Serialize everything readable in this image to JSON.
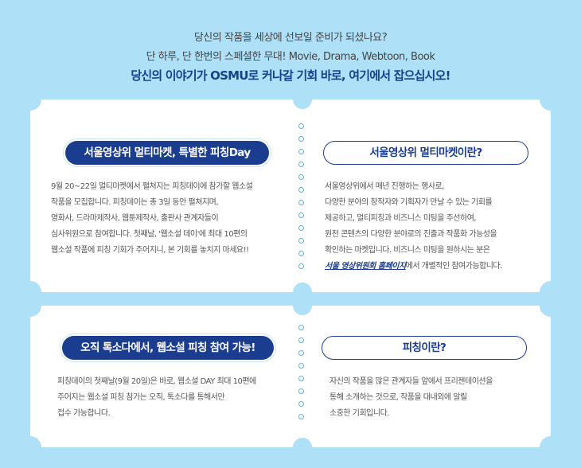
{
  "intro": {
    "line1": "당신의 작품을 세상에 선보일 준비가 되셨나요?",
    "line2": "단 하루, 단 한번의  스페셜한 무대! Movie, Drama, Webtoon, Book",
    "line3": "당신의 이야기가 OSMU로 커나갈 기회 바로, 여기에서 잡으십시오!"
  },
  "top_left": {
    "heading": "서울영상위 멀티마켓, 특별한 피칭Day",
    "lines": [
      "9월 20~22일 멀티마켓에서 펼쳐지는 피칭데이에 참가할 웹소설",
      "작품을 모집합니다. 피칭데이는 총 3일 동안 펼쳐지며,",
      "영화사, 드라마제작사, 웹툰제작사, 출판사 관계자들이",
      "심사위원으로 참여합니다. 첫째날, '웹소설 데이'에 최대 10편의",
      "웹소설 작품에 피칭 기회가 주어지니, 본 기회를 놓치지 마세요!!"
    ]
  },
  "top_right": {
    "heading": "서울영상위 멀티마켓이란?",
    "lines": [
      "서울영상위에서 매년 진행하는 행사로,",
      "다양한 분야의 창작자와 기획자가 만날 수 있는 기회를",
      "제공하고, 멀티피칭과 비즈니스 미팅을 주선하여,",
      "원천 콘텐츠의 다양한 분야로의 진출과 작품화 가능성을",
      "확인하는 마켓입니다. 비즈니스 미팅을 원하시는 분은"
    ],
    "link_text": "서울 영상위원회 홈페이지",
    "link_suffix": "에서 개별적인 참여가능합니다."
  },
  "bottom_left": {
    "heading": "오직 톡소다에서, 웹소설 피칭 참여 가능!",
    "lines": [
      "피칭데이의 첫째날(9월 20일)은 바로, 웹소설 DAY 최대 10편에",
      "주어지는 웹소설 피칭 참가는 오직, 톡소다를 통해서만",
      "접수 가능합니다."
    ]
  },
  "bottom_right": {
    "heading": "피칭이란?",
    "lines": [
      "자신의 작품을 많은 관계자들 앞에서 프리젠테이션을",
      "통해 소개하는 것으로, 작품을 대내외에 알릴",
      "소중한 기회입니다."
    ]
  }
}
